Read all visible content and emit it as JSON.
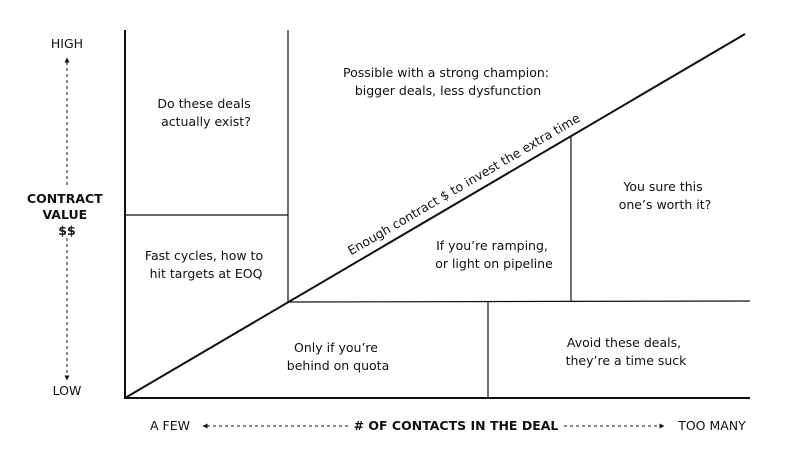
{
  "y_axis": {
    "high_label": "HIGH",
    "low_label": "LOW",
    "title_lines": [
      "CONTRACT",
      "VALUE",
      "$$"
    ]
  },
  "x_axis": {
    "left_label": "A FEW",
    "title": "# OF CONTACTS IN THE DEAL",
    "right_label": "TOO MANY"
  },
  "diagonal_label": "Enough contract $ to invest the extra time",
  "regions": {
    "top_left": [
      "Do these deals",
      "actually exist?"
    ],
    "top_center": [
      "Possible with a strong champion:",
      "bigger deals, less dysfunction"
    ],
    "mid_left": [
      "Fast cycles, how to",
      "hit targets at EOQ"
    ],
    "mid_center": [
      "If you’re ramping,",
      "or light on pipeline"
    ],
    "mid_right": [
      "You sure this",
      "one’s worth it?"
    ],
    "bottom_center": [
      "Only if you’re",
      "behind on quota"
    ],
    "bottom_right": [
      "Avoid these deals,",
      "they’re a time suck"
    ]
  },
  "colors": {
    "ink": "#111111",
    "background": "#ffffff"
  }
}
